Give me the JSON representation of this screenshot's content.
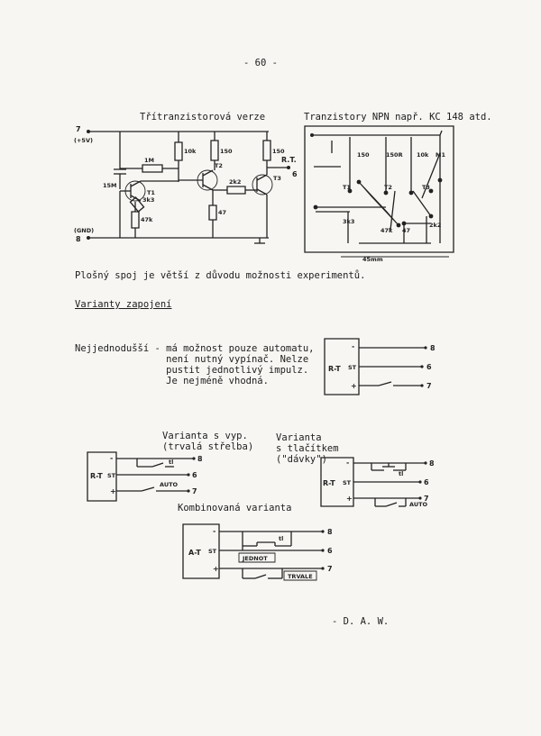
{
  "page_number": "- 60 -",
  "three_transistor": {
    "title": "Třítranzistorová verze",
    "label_7": "7",
    "label_5v": "(+5V)",
    "label_8": "8",
    "label_gnd": "(GND)",
    "label_6": "6",
    "label_rt": "R.T.",
    "r1": "10k",
    "r2": "150",
    "r3": "150",
    "r4": "1M",
    "r5": "3k3",
    "r6": "47k",
    "r7": "2k2",
    "r8": "47",
    "c1": "15M",
    "t1": "T1",
    "t2": "T2",
    "t3": "T3"
  },
  "pcb": {
    "title": "Tranzistory NPN např. KC 148 atd.",
    "lbl_150a": "150",
    "lbl_150b": "150R",
    "lbl_10k": "10k",
    "lbl_1m": "M1",
    "lbl_t1": "T1",
    "lbl_t2": "T2",
    "lbl_t3": "T3",
    "lbl_33k": "3k3",
    "lbl_47k": "47k",
    "lbl_47": "47",
    "lbl_22": "2k2",
    "scale": "45mm"
  },
  "note": "Plošný spoj je větší z důvodu možnosti experimentů.",
  "section_title": "Varianty zapojení",
  "simplest": {
    "lines": [
      "Nejjednodušší - má možnost pouze automatu,",
      "                není nutný vypínač. Nelze",
      "                pustit jednotlivý impulz.",
      "                Je nejméně vhodná."
    ]
  },
  "module": {
    "label": "R-T",
    "pin_minus": "-",
    "pin_plus": "+",
    "pin_st": "ST",
    "out8": "8",
    "out6": "6",
    "out7": "7"
  },
  "variant_switch": {
    "title_line1": "Varianta s vyp.",
    "title_line2": "(trvalá střelba)",
    "sw_label": "tl",
    "auto_label": "AUTO"
  },
  "variant_button": {
    "title_line1": "Varianta",
    "title_line2": "s tlačítkem",
    "title_line3": "(\"dávky\")",
    "tl_label": "tl",
    "auto_label": "AUTO"
  },
  "combined": {
    "title": "Kombinovaná varianta",
    "label": "A-T",
    "st": "ST",
    "single_label": "JEDNOT",
    "trvale_label": "TRVALE",
    "tl_label": "tl"
  },
  "signature": "- D. A. W."
}
